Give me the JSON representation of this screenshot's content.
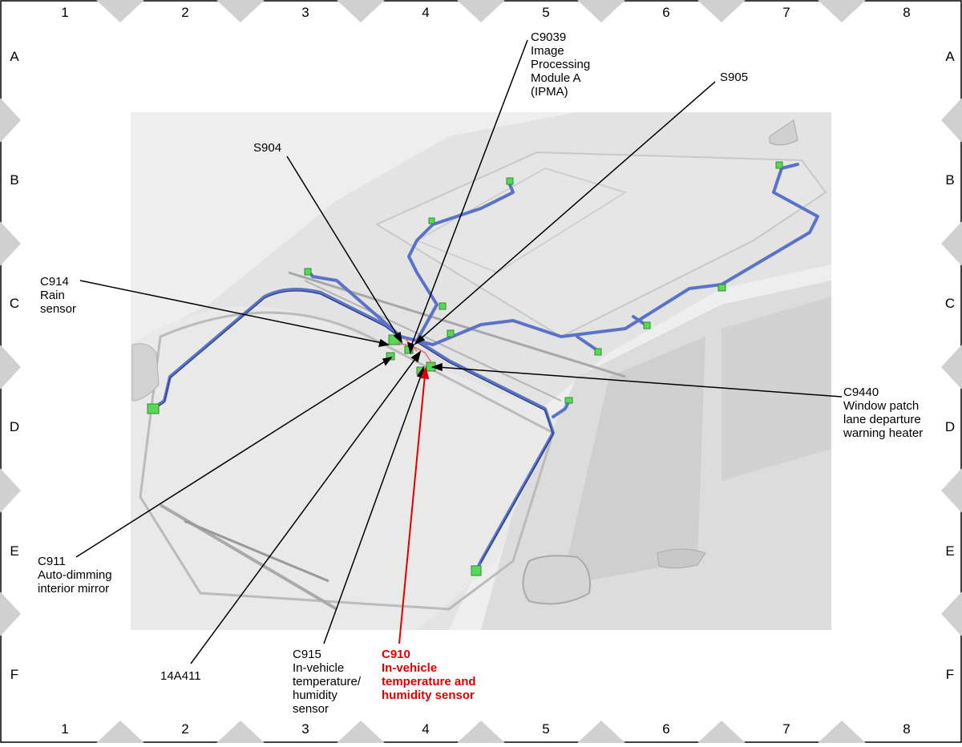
{
  "grid": {
    "columns": [
      "1",
      "2",
      "3",
      "4",
      "5",
      "6",
      "7",
      "8"
    ],
    "rows": [
      "A",
      "B",
      "C",
      "D",
      "E",
      "F"
    ]
  },
  "callouts": {
    "c9039": "C9039\nImage\nProcessing\nModule A\n(IPMA)",
    "s905": "S905",
    "s904": "S904",
    "c914": "C914\nRain\nsensor",
    "c9440": "C9440\nWindow patch\nlane departure\nwarning heater",
    "c911": "C911\nAuto-dimming\ninterior mirror",
    "w14a411": "14A411",
    "c915": "C915\nIn-vehicle\ntemperature/\nhumidity\nsensor",
    "c910": "C910\nIn-vehicle\ntemperature and\nhumidity sensor"
  },
  "colors": {
    "harness": "#5a73c8",
    "connector": "#58d858",
    "highlight": "#e00000",
    "body_panel": "#e6e6e6",
    "border_marker": "#d0d0d0"
  }
}
